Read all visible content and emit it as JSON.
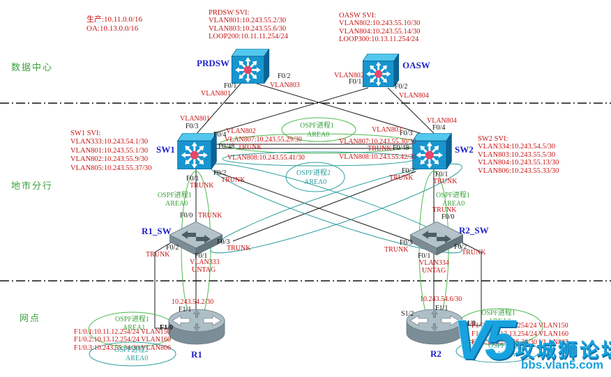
{
  "colors": {
    "red_text": "#c81414",
    "device_label_blue": "#1e22c8",
    "green_text": "#3aa23a",
    "teal_text": "#2d9d9d",
    "switch_cyan": "#1795cf",
    "watermark_blue": "#18a2de"
  },
  "regions": {
    "datacenter": "数据中心",
    "city_branch": "地市分行",
    "outlet": "网点"
  },
  "legend": {
    "prod": "生产:10.11.0.0/16",
    "oa": "OA:10.13.0.0/16"
  },
  "svi": {
    "prdsw": {
      "title": "PRDSW SVI:",
      "lines": [
        "VLAN801:10.243.55.2/30",
        "VLAN803:10.243.55.6/30",
        "LOOP200:10.11.11.254/24"
      ]
    },
    "oasw": {
      "title": "OASW SVI:",
      "lines": [
        "VLAN802:10.243.55.10/30",
        "VLAN804:10.243.55.14/30",
        "LOOP300:10.13.11.254/24"
      ]
    },
    "sw1": {
      "title": "SW1 SVI:",
      "lines": [
        "VLAN333:10.243.54.1/30",
        "VLAN801:10.243.55.1/30",
        "VLAN802:10.243.55.9/30",
        "VLAN805:10.243.55.37/30"
      ]
    },
    "sw2": {
      "title": "SW2 SVI:",
      "lines": [
        "VLAN334:10.243.54.5/30",
        "VLAN803:10.243.55.5/30",
        "VLAN804:10.243.55.13/30",
        "VLAN806:10.243.55.33/30"
      ]
    }
  },
  "devices": {
    "prdsw": "PRDSW",
    "oasw": "OASW",
    "sw1": "SW1",
    "sw2": "SW2",
    "r1_sw": "R1_SW",
    "r2_sw": "R2_SW",
    "r1": "R1",
    "r2": "R2"
  },
  "ports": {
    "f00": "F0/0",
    "f01": "F0/1",
    "f02": "F0/2",
    "f03": "F0/3",
    "f04": "F0/4",
    "f048": "F0/48",
    "f10": "F1/0",
    "f11": "F1/1",
    "s12": "S1/2"
  },
  "vlans": {
    "v801": "VLAN801",
    "v802": "VLAN802",
    "v803": "VLAN803",
    "v804": "VLAN804",
    "v333": "VLAN333",
    "v334": "VLAN334"
  },
  "links": {
    "v807_sw1": "VLAN807:10.243.55.29/30",
    "v807_sw2": "VLAN807:10.243.55.30/30",
    "v808_sw1": "VLAN808:10.243.55.41/30",
    "v808_sw2": "VLAN808:10.243.55.42/30"
  },
  "labels": {
    "trunk": "TRUNK",
    "untag": "UNTAG"
  },
  "routers": {
    "r1_f11_ip": "10.243.54.2/30",
    "r2_f11_ip": "10.243.54.6/30",
    "r1_subifs": [
      "F1/0.1:10.11.12.254/24 VLAN150",
      "F1/0.2:10.13.12.254/24 VLAN160",
      "F1/0.3:10.243.55.34/30 VLAN806"
    ],
    "r2_subifs": [
      "F1/0.1:10.11.13.254/24 VLAN150",
      "F1/0.2:10.13.13.254/24 VLAN160",
      "F1/0.3:10.243.55.38/30 VLAN805"
    ]
  },
  "ospf": {
    "p1": "OSPF进程1",
    "p2": "OSPF进程2",
    "area0": "AREA0",
    "area1": "AREA1",
    "area2": "AREA2"
  },
  "watermark": {
    "logo": "V5",
    "name": "攻城狮论坛",
    "site": "bbs.vlan5.com"
  }
}
